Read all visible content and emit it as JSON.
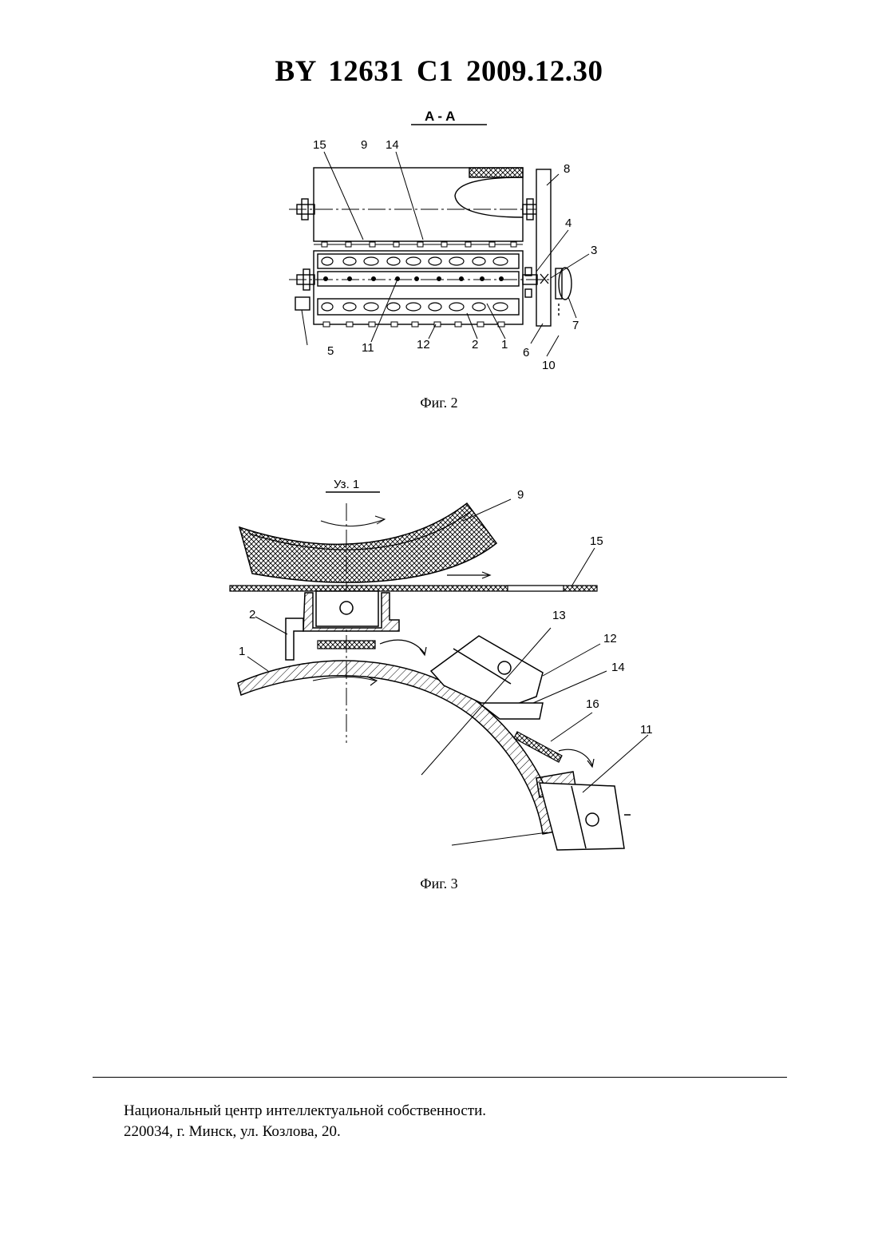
{
  "header": {
    "title": "BY 12631 C1 2009.12.30"
  },
  "figure2": {
    "section_label": "A - A",
    "caption": "Фиг. 2",
    "callouts": {
      "c15": "15",
      "c9": "9",
      "c14": "14",
      "c8": "8",
      "c4": "4",
      "c3": "3",
      "c7": "7",
      "c5": "5",
      "c11": "11",
      "c12": "12",
      "c2": "2",
      "c1": "1",
      "c6": "6",
      "c10": "10"
    }
  },
  "figure3": {
    "node_label": "Уз. 1",
    "caption": "Фиг. 3",
    "callouts": {
      "c9": "9",
      "c15": "15",
      "c2": "2",
      "c1": "1",
      "c13": "13",
      "c12": "12",
      "c14": "14",
      "c16": "16",
      "c11": "11"
    }
  },
  "footer": {
    "line1": "Национальный центр интеллектуальной собственности.",
    "line2": "220034, г. Минск, ул. Козлова, 20."
  }
}
